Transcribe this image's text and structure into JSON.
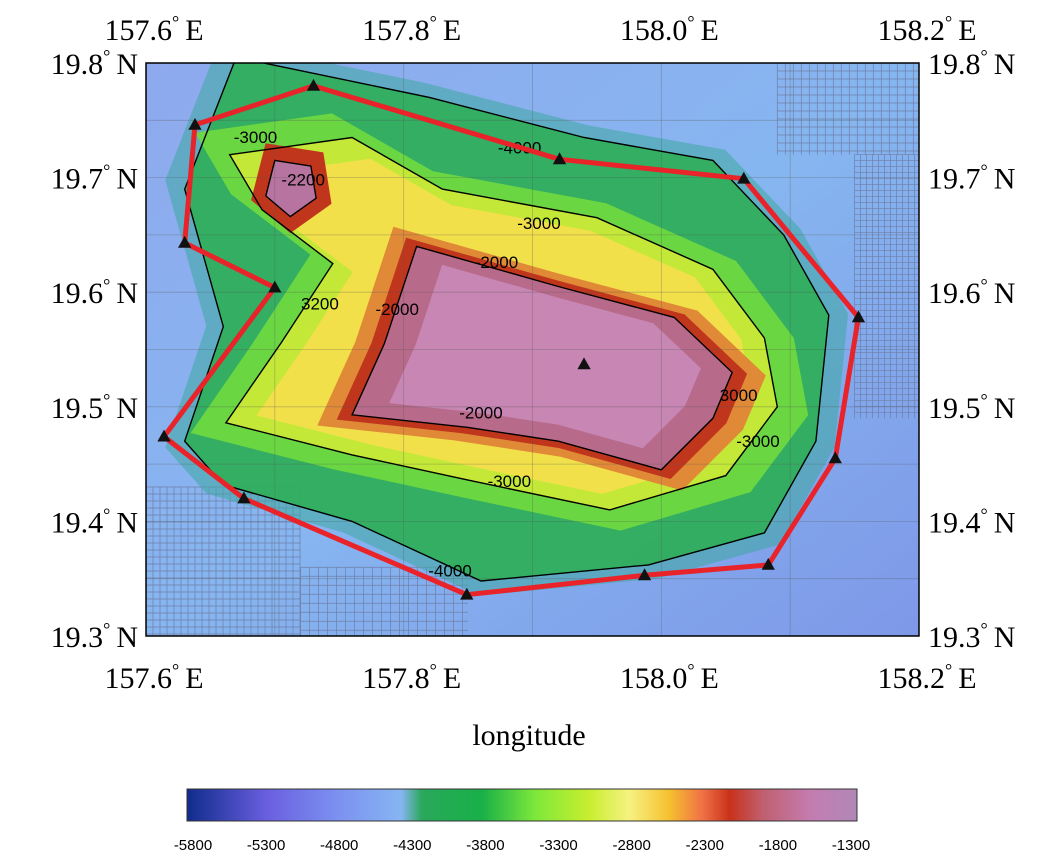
{
  "colors": {
    "survey_line": "#e8232a",
    "contour": "#000000",
    "station_marker": "#111111",
    "grid_line": "#6f7fa8"
  },
  "map": {
    "lon_range": [
      157.6,
      158.2
    ],
    "lat_range": [
      19.3,
      19.8
    ],
    "x_axis_title": "longitude",
    "top_ticks": [
      {
        "value": 157.6,
        "label": "157.6",
        "unit": "°",
        "hemisphere": "E"
      },
      {
        "value": 157.8,
        "label": "157.8",
        "unit": "°",
        "hemisphere": "E"
      },
      {
        "value": 158.0,
        "label": "158.0",
        "unit": "°",
        "hemisphere": "E"
      },
      {
        "value": 158.2,
        "label": "158.2",
        "unit": "°",
        "hemisphere": "E"
      }
    ],
    "bottom_ticks": [
      {
        "value": 157.6,
        "label": "157.6",
        "unit": "°",
        "hemisphere": "E"
      },
      {
        "value": 157.8,
        "label": "157.8",
        "unit": "°",
        "hemisphere": "E"
      },
      {
        "value": 158.0,
        "label": "158.0",
        "unit": "°",
        "hemisphere": "E"
      },
      {
        "value": 158.2,
        "label": "158.2",
        "unit": "°",
        "hemisphere": "E"
      }
    ],
    "left_ticks": [
      {
        "value": 19.8,
        "label": "19.8",
        "unit": "°",
        "hemisphere": "N"
      },
      {
        "value": 19.7,
        "label": "19.7",
        "unit": "°",
        "hemisphere": "N"
      },
      {
        "value": 19.6,
        "label": "19.6",
        "unit": "°",
        "hemisphere": "N"
      },
      {
        "value": 19.5,
        "label": "19.5",
        "unit": "°",
        "hemisphere": "N"
      },
      {
        "value": 19.4,
        "label": "19.4",
        "unit": "°",
        "hemisphere": "N"
      },
      {
        "value": 19.3,
        "label": "19.3",
        "unit": "°",
        "hemisphere": "N"
      }
    ],
    "right_ticks": [
      {
        "value": 19.8,
        "label": "19.8",
        "unit": "°",
        "hemisphere": "N"
      },
      {
        "value": 19.7,
        "label": "19.7",
        "unit": "°",
        "hemisphere": "N"
      },
      {
        "value": 19.6,
        "label": "19.6",
        "unit": "°",
        "hemisphere": "N"
      },
      {
        "value": 19.5,
        "label": "19.5",
        "unit": "°",
        "hemisphere": "N"
      },
      {
        "value": 19.4,
        "label": "19.4",
        "unit": "°",
        "hemisphere": "N"
      },
      {
        "value": 19.3,
        "label": "19.3",
        "unit": "°",
        "hemisphere": "N"
      }
    ],
    "survey_stations": [
      {
        "lon": 157.73,
        "lat": 19.78
      },
      {
        "lon": 157.921,
        "lat": 19.716
      },
      {
        "lon": 158.064,
        "lat": 19.699
      },
      {
        "lon": 158.153,
        "lat": 19.578
      },
      {
        "lon": 158.135,
        "lat": 19.455
      },
      {
        "lon": 158.083,
        "lat": 19.362
      },
      {
        "lon": 157.987,
        "lat": 19.353
      },
      {
        "lon": 157.849,
        "lat": 19.336
      },
      {
        "lon": 157.676,
        "lat": 19.42
      },
      {
        "lon": 157.614,
        "lat": 19.474
      },
      {
        "lon": 157.7,
        "lat": 19.604
      },
      {
        "lon": 157.63,
        "lat": 19.643
      },
      {
        "lon": 157.638,
        "lat": 19.746
      }
    ],
    "center_marker": {
      "lon": 157.94,
      "lat": 19.537
    },
    "contours": [
      {
        "depth": -4000,
        "points": [
          [
            157.67,
            19.805
          ],
          [
            157.82,
            19.77
          ],
          [
            157.94,
            19.735
          ],
          [
            158.04,
            19.715
          ],
          [
            158.095,
            19.65
          ],
          [
            158.13,
            19.58
          ],
          [
            158.12,
            19.47
          ],
          [
            158.08,
            19.39
          ],
          [
            157.99,
            19.362
          ],
          [
            157.86,
            19.348
          ],
          [
            157.76,
            19.4
          ],
          [
            157.66,
            19.432
          ],
          [
            157.63,
            19.47
          ],
          [
            157.66,
            19.57
          ],
          [
            157.63,
            19.69
          ],
          [
            157.67,
            19.805
          ]
        ]
      },
      {
        "depth": -3000,
        "points": [
          [
            157.665,
            19.72
          ],
          [
            157.76,
            19.735
          ],
          [
            157.83,
            19.69
          ],
          [
            157.95,
            19.665
          ],
          [
            158.04,
            19.62
          ],
          [
            158.08,
            19.56
          ],
          [
            158.09,
            19.5
          ],
          [
            158.05,
            19.44
          ],
          [
            157.96,
            19.41
          ],
          [
            157.85,
            19.436
          ],
          [
            157.76,
            19.458
          ],
          [
            157.662,
            19.486
          ],
          [
            157.705,
            19.556
          ],
          [
            157.745,
            19.625
          ],
          [
            157.69,
            19.672
          ],
          [
            157.665,
            19.72
          ]
        ]
      },
      {
        "depth": -2000,
        "points": [
          [
            157.81,
            19.64
          ],
          [
            157.92,
            19.605
          ],
          [
            158.01,
            19.578
          ],
          [
            158.055,
            19.53
          ],
          [
            158.04,
            19.49
          ],
          [
            158.0,
            19.445
          ],
          [
            157.92,
            19.47
          ],
          [
            157.85,
            19.482
          ],
          [
            157.76,
            19.493
          ],
          [
            157.785,
            19.555
          ],
          [
            157.81,
            19.64
          ]
        ]
      },
      {
        "depth": -2200,
        "points": [
          [
            157.7,
            19.715
          ],
          [
            157.728,
            19.71
          ],
          [
            157.732,
            19.682
          ],
          [
            157.712,
            19.666
          ],
          [
            157.693,
            19.684
          ],
          [
            157.7,
            19.715
          ]
        ]
      }
    ],
    "contour_labels": [
      {
        "text": "-3000",
        "lon": 157.685,
        "lat": 19.73
      },
      {
        "text": "-2200",
        "lon": 157.722,
        "lat": 19.693
      },
      {
        "text": "-4000",
        "lon": 157.89,
        "lat": 19.721
      },
      {
        "text": "-3000",
        "lon": 157.905,
        "lat": 19.655
      },
      {
        "text": "-2000",
        "lon": 157.872,
        "lat": 19.621
      },
      {
        "text": "3200",
        "lon": 157.735,
        "lat": 19.585
      },
      {
        "text": "-2000",
        "lon": 157.795,
        "lat": 19.58
      },
      {
        "text": "3000",
        "lon": 158.06,
        "lat": 19.505
      },
      {
        "text": "-3000",
        "lon": 158.075,
        "lat": 19.465
      },
      {
        "text": "-2000",
        "lon": 157.86,
        "lat": 19.49
      },
      {
        "text": "-3000",
        "lon": 157.882,
        "lat": 19.43
      },
      {
        "text": "-4000",
        "lon": 157.836,
        "lat": 19.352
      }
    ]
  },
  "colorbar": {
    "ticks": [
      "-5800",
      "-5300",
      "-4800",
      "-4300",
      "-3800",
      "-3300",
      "-2800",
      "-2300",
      "-1800",
      "-1300"
    ],
    "stops": [
      {
        "offset": 0.0,
        "color": "#102c8c"
      },
      {
        "offset": 0.12,
        "color": "#6a5fe0"
      },
      {
        "offset": 0.22,
        "color": "#7b8ff0"
      },
      {
        "offset": 0.32,
        "color": "#86b5f2"
      },
      {
        "offset": 0.35,
        "color": "#2aa85c"
      },
      {
        "offset": 0.44,
        "color": "#18b048"
      },
      {
        "offset": 0.52,
        "color": "#7ee83a"
      },
      {
        "offset": 0.6,
        "color": "#c8ee30"
      },
      {
        "offset": 0.66,
        "color": "#f6f280"
      },
      {
        "offset": 0.72,
        "color": "#f5c030"
      },
      {
        "offset": 0.77,
        "color": "#f07046"
      },
      {
        "offset": 0.81,
        "color": "#c8321a"
      },
      {
        "offset": 0.86,
        "color": "#c06070"
      },
      {
        "offset": 0.93,
        "color": "#c47cb0"
      },
      {
        "offset": 1.0,
        "color": "#b088b8"
      }
    ]
  }
}
